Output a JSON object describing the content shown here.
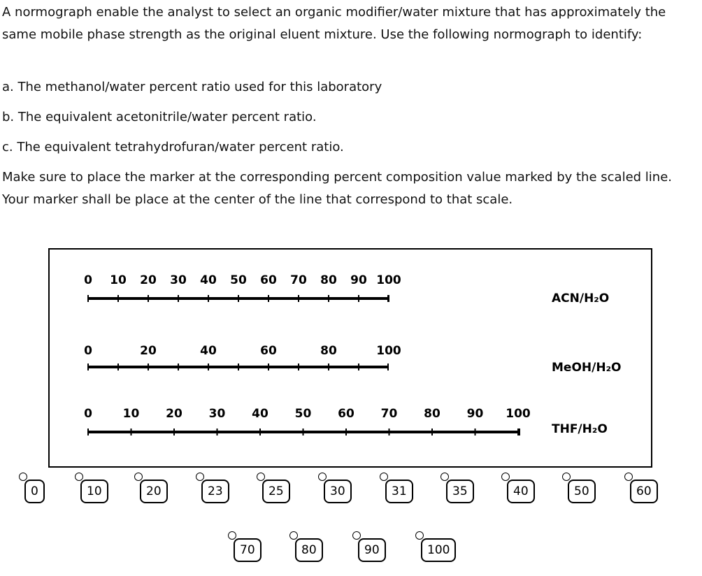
{
  "question": {
    "intro": "A normograph enable the analyst to select an organic modifier/water mixture that has approximately the same mobile phase strength as the original eluent mixture.  Use the following normograph to identify:",
    "part_a": "a.  The methanol/water percent ratio used for this laboratory",
    "part_b": "b. The equivalent acetonitrile/water percent ratio.",
    "part_c": "c. The equivalent tetrahydrofuran/water percent ratio.",
    "instruction": "Make sure to place the marker at the corresponding percent composition value marked by the scaled line.   Your marker shall be place at the center of the line that correspond to that scale."
  },
  "normograph": {
    "scales": [
      {
        "name": "ACN/H₂O",
        "labels": [
          "0",
          "10",
          "20",
          "30",
          "40",
          "50",
          "60",
          "70",
          "80",
          "90",
          "100"
        ]
      },
      {
        "name": "MeOH/H₂O",
        "labels": [
          "0",
          "20",
          "40",
          "60",
          "80",
          "100"
        ]
      },
      {
        "name": "THF/H₂O",
        "labels": [
          "0",
          "10",
          "20",
          "30",
          "40",
          "50",
          "60",
          "70",
          "80",
          "90",
          "100"
        ]
      }
    ]
  },
  "markers": {
    "row1": [
      "0",
      "10",
      "20",
      "23",
      "25",
      "30",
      "31",
      "35",
      "40",
      "50",
      "60"
    ],
    "row2": [
      "70",
      "80",
      "90",
      "100"
    ]
  }
}
